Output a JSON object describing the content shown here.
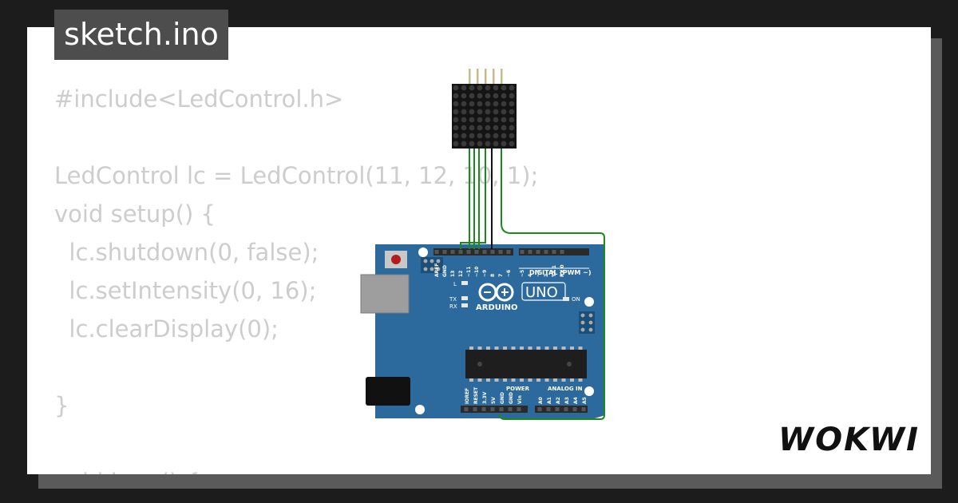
{
  "file_tab": {
    "label": "sketch.ino"
  },
  "code_lines": [
    "#include<LedControl.h>",
    "",
    "LedControl lc = LedControl(11, 12, 10, 1);",
    "void setup() {",
    "  lc.shutdown(0, false);",
    "  lc.setIntensity(0, 16);",
    "  lc.clearDisplay(0);",
    "",
    "}",
    "",
    "void loop() {"
  ],
  "board": {
    "model_label": "UNO",
    "brand_label": "ARDUINO",
    "digital_header_label": "DIGITAL (PWM ~)",
    "power_label": "POWER",
    "analog_label": "ANALOG IN",
    "on_label": "ON",
    "l_label": "L",
    "tx_label": "TX",
    "rx_label": "RX",
    "digital_pins": [
      "AREF",
      "GND",
      "13",
      "12",
      "~11",
      "~10",
      "~9",
      "8",
      "7",
      "~6",
      "~5",
      "4",
      "~3",
      "2",
      "TX 1",
      "RX 0"
    ],
    "power_pins": [
      "IOREF",
      "RESET",
      "3.3V",
      "5V",
      "GND",
      "GND",
      "Vin"
    ],
    "analog_pins": [
      "A0",
      "A1",
      "A2",
      "A3",
      "A4",
      "A5"
    ],
    "colors": {
      "pcb": "#2c6a9e",
      "silkscreen": "#ffffff",
      "chip": "#1e1e1e"
    }
  },
  "matrix": {
    "rows": 8,
    "cols": 8,
    "pins": 5,
    "pin_color": "#c8b98a"
  },
  "wires": {
    "signal_color": "#1a8a1a",
    "ground_color": "#111111"
  },
  "branding": {
    "logo_text": "WOKWI"
  }
}
